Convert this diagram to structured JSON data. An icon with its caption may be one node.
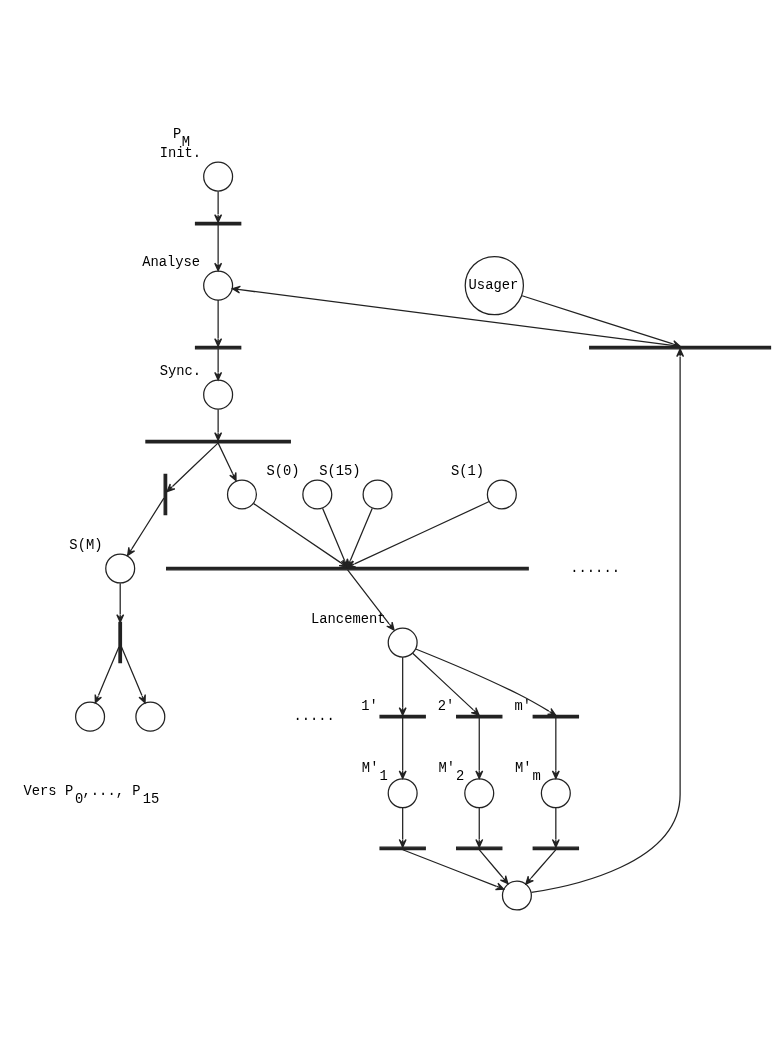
{
  "diagram": {
    "nodes": [
      {
        "text": [],
        "shape": "circle",
        "beside": [
          "P$_{M}$",
          "Init."
        ]
      },
      {
        "text": [],
        "shape": "bar"
      },
      {
        "text": [],
        "shape": "circle",
        "beside": [
          "Analyse"
        ]
      },
      {
        "text": [],
        "shape": "bar"
      },
      {
        "text": [],
        "shape": "circle",
        "beside": [
          "Sync."
        ]
      },
      {
        "text": [],
        "shape": "bar"
      },
      {
        "text": [],
        "shape": "circle"
      },
      {
        "text": [],
        "shape": "bar"
      },
      {
        "text": [],
        "shape": "circle",
        "beside": [
          "S(M)"
        ]
      },
      {
        "text": [],
        "shape": "bar"
      },
      {
        "text": [],
        "shape": "circle"
      },
      {
        "text": [],
        "shape": "circle"
      },
      {
        "text": [],
        "shape": "circle",
        "beside": [
          "S(0)"
        ]
      },
      {
        "text": [],
        "shape": "circle",
        "beside": [
          "S(1)"
        ]
      },
      {
        "text": [],
        "shape": "circle",
        "beside": [
          "S(15)"
        ]
      },
      {
        "text": [],
        "shape": "bar"
      },
      {
        "text": [],
        "shape": "circle",
        "beside": [
          "Lancement"
        ]
      },
      {
        "text": [],
        "shape": "bar",
        "beside": [
          "1'"
        ]
      },
      {
        "text": [],
        "shape": "bar",
        "beside": [
          "2'"
        ]
      },
      {
        "text": [],
        "shape": "bar",
        "beside": [
          "m'"
        ]
      },
      {
        "text": [],
        "shape": "circle",
        "beside": [
          "M'$_{1}$"
        ]
      },
      {
        "text": [],
        "shape": "circle",
        "beside": [
          "M'$_{2}$"
        ]
      },
      {
        "text": [],
        "shape": "circle",
        "beside": [
          "M'$_{m}$"
        ]
      },
      {
        "text": [],
        "shape": "bar"
      },
      {
        "text": [],
        "shape": "bar"
      },
      {
        "text": [],
        "shape": "bar"
      },
      {
        "text": [],
        "shape": "circle"
      },
      {
        "text": [],
        "shape": "bar"
      },
      {
        "text": [
          "Usager"
        ]
      }
    ],
    "edges": [
      {
        "from": 0,
        "to": 1,
        "arrow": "to"
      },
      {
        "from": 1,
        "to": 2,
        "arrow": "to"
      },
      {
        "from": 2,
        "to": 3,
        "arrow": "to"
      },
      {
        "from": 3,
        "to": 4,
        "arrow": "to"
      },
      {
        "from": 4,
        "to": 5,
        "arrow": "to"
      },
      {
        "from": 5,
        "to": 6,
        "arrow": "to"
      },
      {
        "from": 5,
        "to": 7,
        "arrow": "to"
      },
      {
        "from": 7,
        "to": 8,
        "arrow": "to"
      },
      {
        "from": 8,
        "to": 9,
        "arrow": "to"
      },
      {
        "from": 9,
        "to": 10,
        "arrow": "to"
      },
      {
        "from": 9,
        "to": 11,
        "arrow": "to"
      },
      {
        "from": 6,
        "to": 15,
        "arrow": "to"
      },
      {
        "from": 12,
        "to": 15,
        "arrow": "to"
      },
      {
        "from": 13,
        "to": 15,
        "arrow": "to"
      },
      {
        "from": 14,
        "to": 15,
        "arrow": "to"
      },
      {
        "from": 15,
        "to": 16,
        "arrow": "to"
      },
      {
        "from": 16,
        "to": 17,
        "arrow": "to"
      },
      {
        "from": 16,
        "to": 18,
        "arrow": "to"
      },
      {
        "from": 16,
        "to": 19,
        "arrow": "to"
      },
      {
        "from": 17,
        "to": 20,
        "arrow": "to"
      },
      {
        "from": 18,
        "to": 21,
        "arrow": "to"
      },
      {
        "from": 19,
        "to": 22,
        "arrow": "to"
      },
      {
        "from": 20,
        "to": 23,
        "arrow": "to"
      },
      {
        "from": 21,
        "to": 24,
        "arrow": "to"
      },
      {
        "from": 22,
        "to": 25,
        "arrow": "to"
      },
      {
        "from": 23,
        "to": 26,
        "arrow": "to"
      },
      {
        "from": 24,
        "to": 26,
        "arrow": "to"
      },
      {
        "from": 25,
        "to": 26,
        "arrow": "to"
      },
      {
        "from": 26,
        "to": 27,
        "arrow": "to"
      },
      {
        "from": 28,
        "to": 27,
        "arrow": "to"
      },
      {
        "from": 27,
        "to": 2,
        "arrow": "to"
      }
    ],
    "labels": [
      "Vers P$_{0}$,..., P$_{15}$",
      "......",
      "....."
    ]
  }
}
